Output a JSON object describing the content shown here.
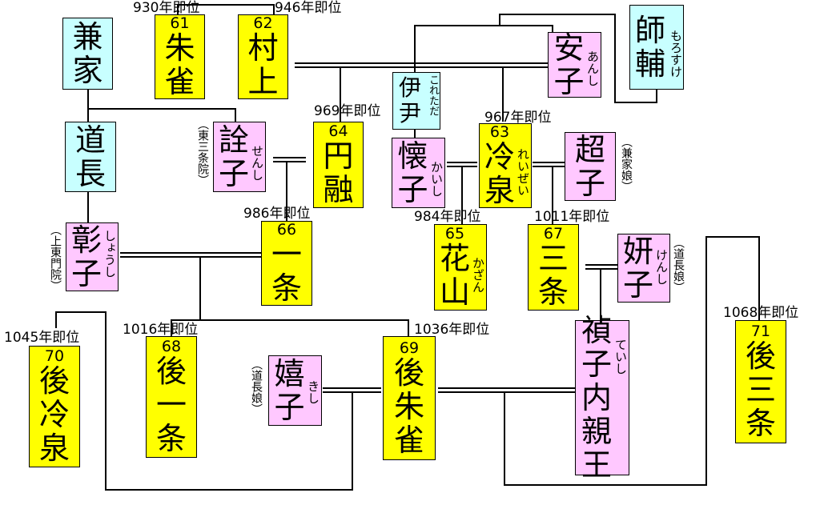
{
  "persons": {
    "p61": {
      "num": "61",
      "c1": "朱",
      "c2": "雀"
    },
    "p62": {
      "num": "62",
      "c1": "村",
      "c2": "上"
    },
    "p63": {
      "num": "63",
      "c1": "冷",
      "c2": "泉",
      "ruby": "れいぜい"
    },
    "p64": {
      "num": "64",
      "c1": "円",
      "c2": "融"
    },
    "p65": {
      "num": "65",
      "c1": "花",
      "c2": "山",
      "ruby": "かざん"
    },
    "p66": {
      "num": "66",
      "c1": "一",
      "c2": "条"
    },
    "p67": {
      "num": "67",
      "c1": "三",
      "c2": "条"
    },
    "p68": {
      "num": "68",
      "c1": "後",
      "c2": "一",
      "c3": "条"
    },
    "p69": {
      "num": "69",
      "c1": "後",
      "c2": "朱",
      "c3": "雀"
    },
    "p70": {
      "num": "70",
      "c1": "後",
      "c2": "冷",
      "c3": "泉"
    },
    "p71": {
      "num": "71",
      "c1": "後",
      "c2": "三",
      "c3": "条"
    },
    "kaneie": {
      "c1": "兼",
      "c2": "家"
    },
    "michinaga": {
      "c1": "道",
      "c2": "長"
    },
    "morosuke": {
      "c1": "師",
      "c2": "輔",
      "ruby": "もろすけ"
    },
    "koretada": {
      "c1": "伊",
      "c2": "尹",
      "ruby": "これただ"
    },
    "anshi": {
      "c1": "安",
      "c2": "子",
      "ruby": "あんし"
    },
    "senshi": {
      "c1": "詮",
      "c2": "子",
      "ruby": "せんし",
      "note": "（東三条院）"
    },
    "kaishi": {
      "c1": "懐",
      "c2": "子",
      "ruby": "かいし"
    },
    "choshi": {
      "c1": "超",
      "c2": "子",
      "note": "（兼家娘）"
    },
    "shoshi": {
      "c1": "彰",
      "c2": "子",
      "ruby": "しょうし",
      "note": "（上東門院）"
    },
    "kenshi": {
      "c1": "妍",
      "c2": "子",
      "ruby": "けんし",
      "note": "（道長娘）"
    },
    "kishi": {
      "c1": "嬉",
      "c2": "子",
      "ruby": "きし",
      "note": "（道長娘）"
    },
    "teishi": {
      "c1": "禎",
      "c2": "子",
      "c3": "内",
      "c4": "親",
      "c5": "王",
      "ruby": "ていし"
    }
  },
  "years": {
    "y61": "930年即位",
    "y62": "946年即位",
    "y63": "967年即位",
    "y64": "969年即位",
    "y65": "984年即位",
    "y66": "986年即位",
    "y67": "1011年即位",
    "y68": "1016年即位",
    "y69": "1036年即位",
    "y70": "1045年即位",
    "y71": "1068年即位"
  },
  "colors": {
    "emperor": "#ffff00",
    "regent": "#c8ffff",
    "consort": "#ffc8ff",
    "line": "#000000"
  }
}
